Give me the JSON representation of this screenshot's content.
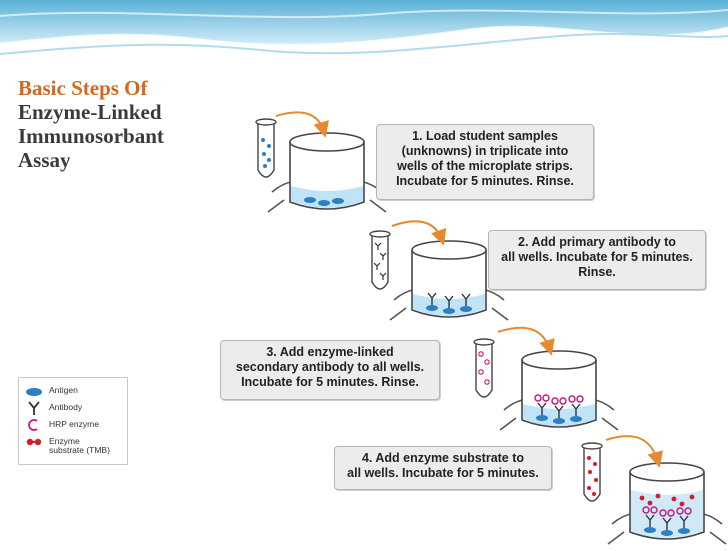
{
  "title": {
    "line1": "Basic Steps Of",
    "line2": "Enzyme-Linked",
    "line3": "Immunosorbant",
    "line4": "Assay"
  },
  "steps": [
    {
      "lines": [
        "1. Load student samples",
        "(unknowns) in triplicate into",
        "wells of the microplate strips.",
        "Incubate for 5 minutes. Rinse."
      ]
    },
    {
      "lines": [
        "2. Add primary antibody to",
        "all wells. Incubate for 5 minutes.",
        "Rinse."
      ]
    },
    {
      "lines": [
        "3. Add enzyme-linked",
        "secondary antibody to all wells.",
        "Incubate for 5 minutes. Rinse."
      ]
    },
    {
      "lines": [
        "4. Add enzyme substrate to",
        "all wells. Incubate for 5 minutes."
      ]
    }
  ],
  "legend": {
    "antigen": "Antigen",
    "antibody": "Antibody",
    "hrp": "HRP enzyme",
    "substrate_1": "Enzyme",
    "substrate_2": "substrate (TMB)"
  },
  "colors": {
    "title_accent": "#d2691e",
    "title_text": "#3a3a3a",
    "antigen": "#2b7fc4",
    "antibody": "#333333",
    "hrp": "#c2187a",
    "substrate": "#d91a2a",
    "arrow": "#e58a2e",
    "box_fill": "#ececec",
    "liquid": "#bfe3f7"
  }
}
